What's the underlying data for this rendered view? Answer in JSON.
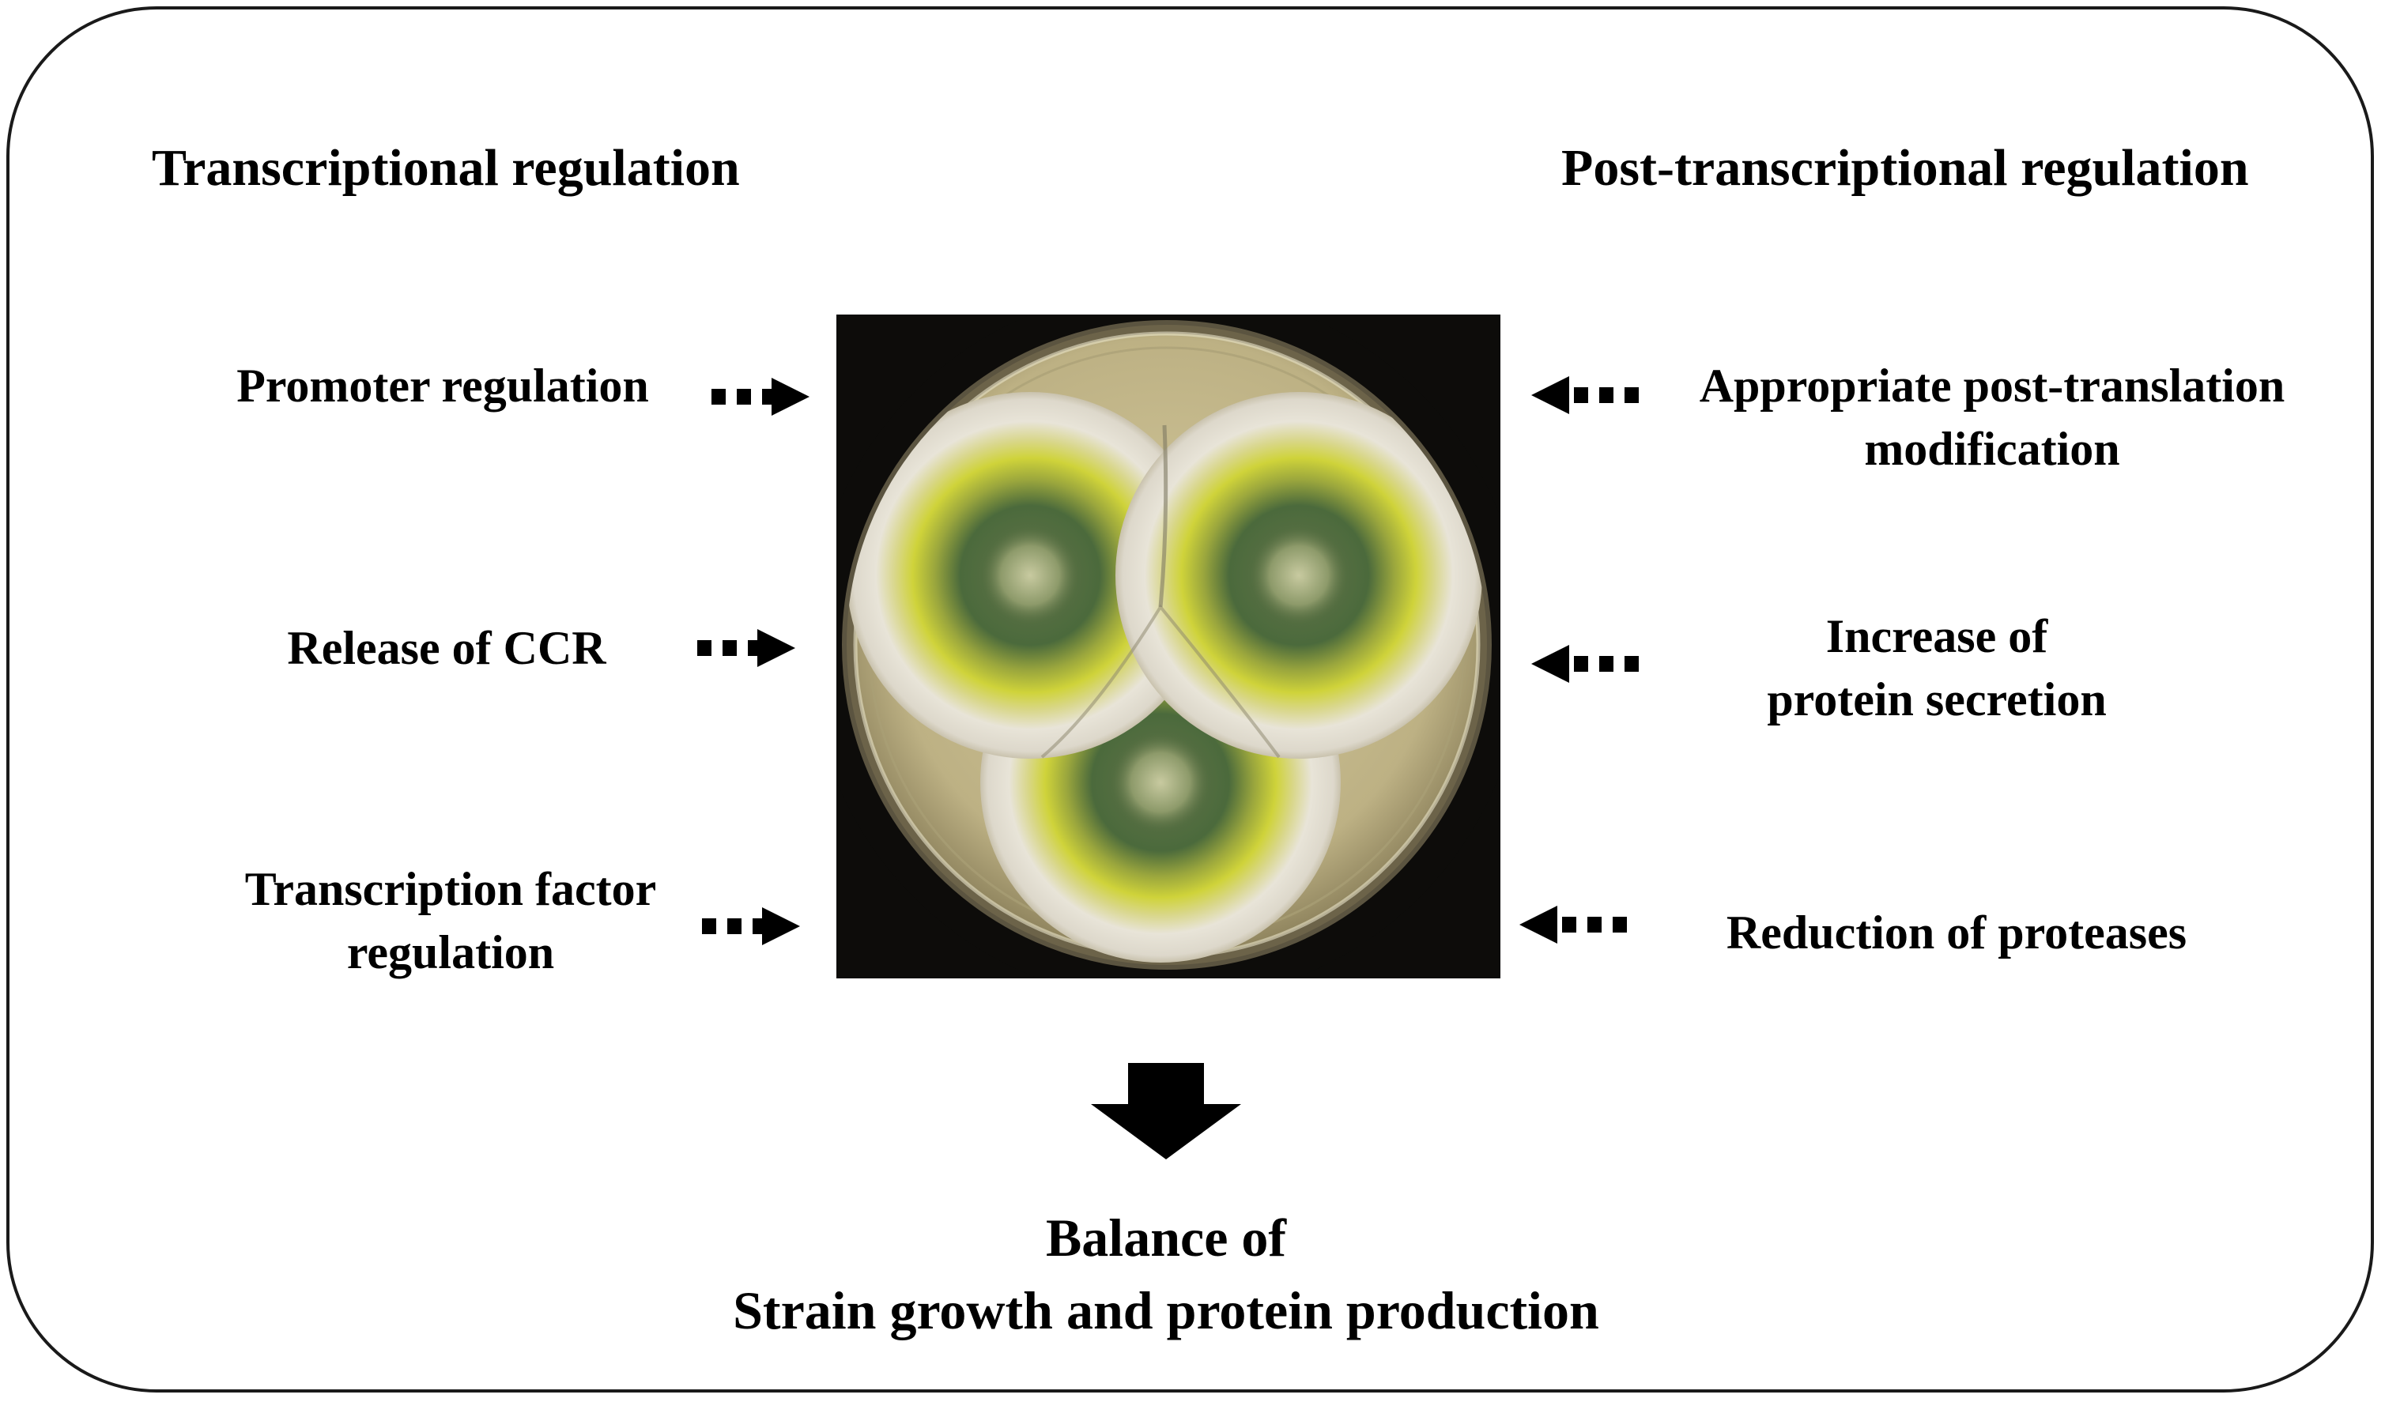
{
  "headings": {
    "left": "Transcriptional regulation",
    "right": "Post-transcriptional regulation"
  },
  "left_items": [
    {
      "lines": [
        "Promoter regulation"
      ]
    },
    {
      "lines": [
        "Release of CCR"
      ]
    },
    {
      "lines": [
        "Transcription factor",
        "regulation"
      ]
    }
  ],
  "right_items": [
    {
      "lines": [
        "Appropriate post-translation",
        "modification"
      ]
    },
    {
      "lines": [
        "Increase of",
        "protein secretion"
      ]
    },
    {
      "lines": [
        "Reduction of proteases"
      ]
    }
  ],
  "result": {
    "line1": "Balance of",
    "line2": "Strain growth and protein production"
  },
  "image": {
    "subject": "petri dish with three fungal colonies",
    "colors": {
      "background": "#0d0c0a",
      "agar": "#c5b98e",
      "mycelium_white": "#e6e2d6",
      "conidia_yellow": "#c9cf35",
      "conidia_green": "#4f6a3e"
    }
  }
}
